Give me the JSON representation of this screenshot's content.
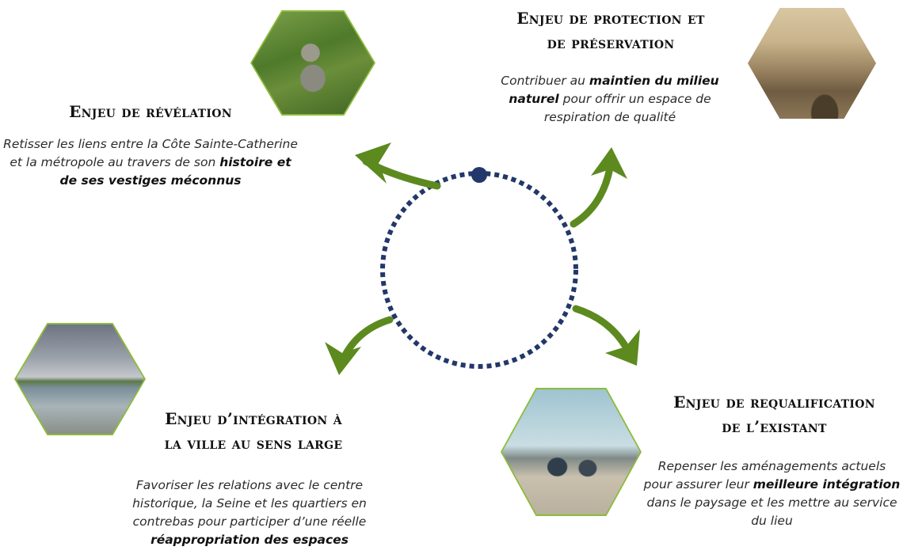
{
  "colors": {
    "circle": "#22386a",
    "arrow": "#5c8a1f",
    "hexagon_border": "#8dbb3c"
  },
  "stakes": {
    "revelation": {
      "title": "Enjeu de révélation",
      "desc_1": "Retisser les liens entre la Côte Sainte-Catherine et la métropole au travers de son ",
      "desc_bold": "histoire et de ses vestiges méconnus",
      "desc_2": "",
      "photo": "stone-monument-photo"
    },
    "protection": {
      "title_line1": "Enjeu de protection et",
      "title_line2": "de préservation",
      "desc_1": "Contribuer au ",
      "desc_bold": "maintien du milieu naturel",
      "desc_2": " pour offrir un espace de respiration de qualité",
      "photo": "old-postcard-photo"
    },
    "integration": {
      "title_line1": "Enjeu d’intégration à",
      "title_line2": "la ville au sens large",
      "desc_1": "Favoriser les relations avec le centre historique, la Seine et les quartiers en contrebas pour participer d’une réelle ",
      "desc_bold": "réappropriation des espaces",
      "desc_2": "",
      "photo": "river-quay-photo"
    },
    "requalification": {
      "title_line1": "Enjeu de requalification",
      "title_line2": "de l’existant",
      "desc_1": "Repenser les aménagements actuels pour assurer leur ",
      "desc_bold": "meilleure intégration",
      "desc_2": " dans le paysage et les mettre au service du lieu",
      "photo": "parking-lot-photo"
    }
  }
}
